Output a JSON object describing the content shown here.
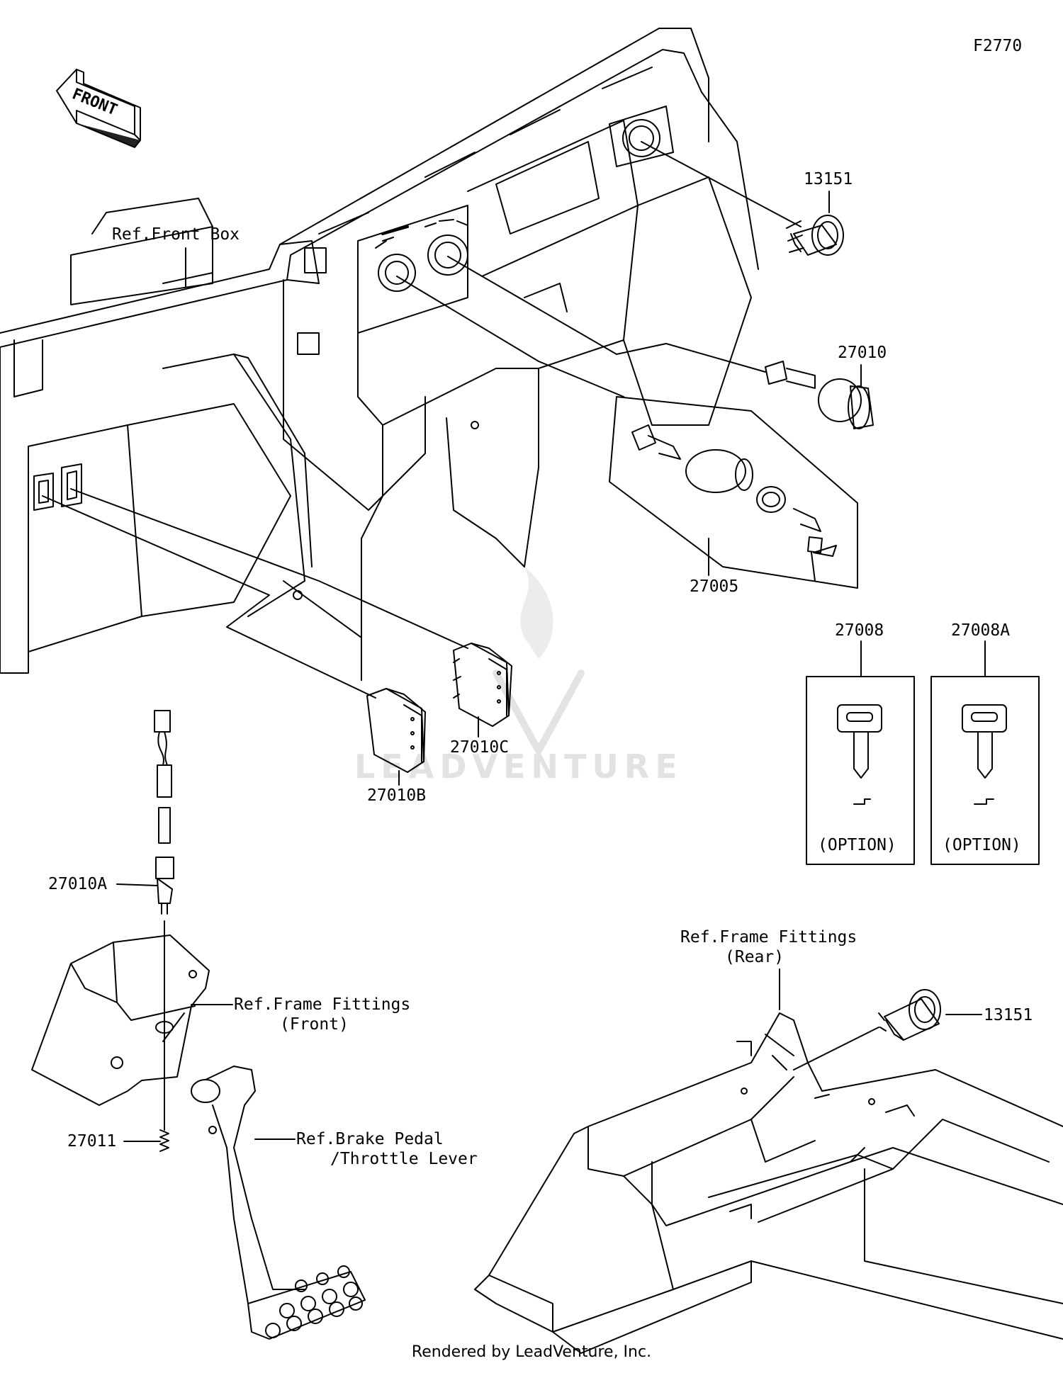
{
  "diagram_id": "F2770",
  "front_marker": "FRONT",
  "refs": {
    "front_box": "Ref.Front Box",
    "frame_front_1": "Ref.Frame Fittings",
    "frame_front_2": "(Front)",
    "frame_rear_1": "Ref.Frame Fittings",
    "frame_rear_2": "(Rear)",
    "brake_1": "Ref.Brake Pedal",
    "brake_2": "/Throttle Lever"
  },
  "parts": {
    "p13151_top": "13151",
    "p27010": "27010",
    "p27005": "27005",
    "p27008": "27008",
    "p27008A": "27008A",
    "p27010C": "27010C",
    "p27010B": "27010B",
    "p27010A": "27010A",
    "p27011": "27011",
    "p13151_bottom": "13151"
  },
  "option_label": "(OPTION)",
  "watermark": "LEADVENTURE",
  "footer": "Rendered by LeadVenture, Inc."
}
